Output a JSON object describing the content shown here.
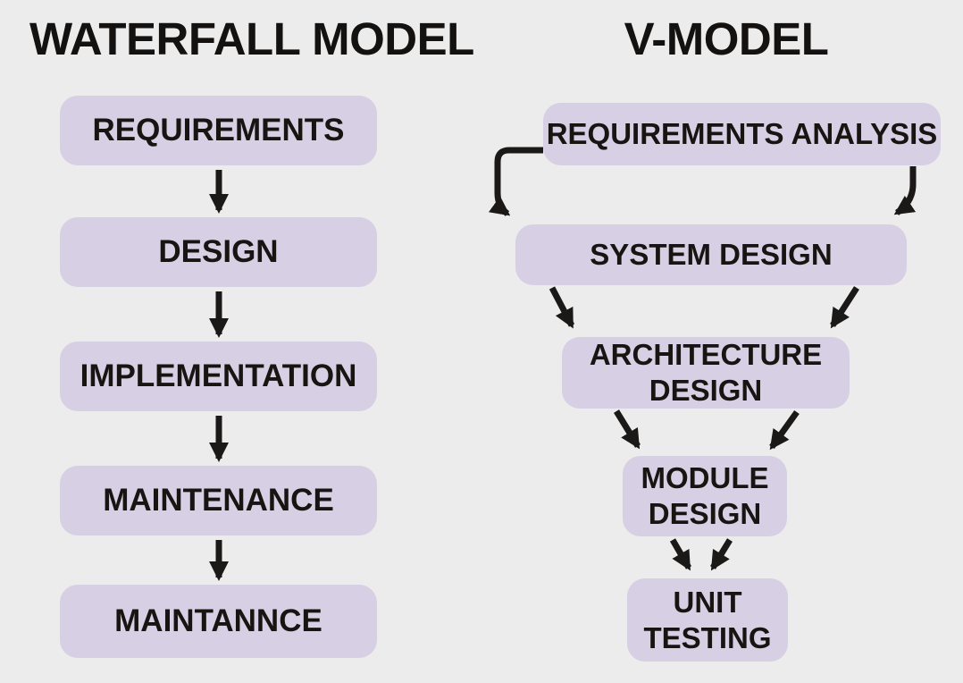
{
  "colors": {
    "background": "#edecec",
    "box_fill": "#d7cfe3",
    "arrow": "#1b1917",
    "text": "#171412"
  },
  "waterfall": {
    "title": "WATERFALL MODEL",
    "steps": [
      {
        "label": "REQUIREMENTS"
      },
      {
        "label": "DESIGN"
      },
      {
        "label": "IMPLEMENTATION"
      },
      {
        "label": "MAINTENANCE"
      },
      {
        "label": "MAINTANNCE"
      }
    ],
    "edges": [
      {
        "from": 0,
        "to": 1,
        "arrows": 1
      },
      {
        "from": 1,
        "to": 2,
        "arrows": 1
      },
      {
        "from": 2,
        "to": 3,
        "arrows": 1
      },
      {
        "from": 3,
        "to": 4,
        "arrows": 1
      }
    ]
  },
  "vmodel": {
    "title": "V-MODEL",
    "steps": [
      {
        "label": "REQUIREMENTS ANALYSIS"
      },
      {
        "label": "SYSTEM DESIGN"
      },
      {
        "label": "ARCHITECTURE DESIGN"
      },
      {
        "label": "MODULE DESIGN"
      },
      {
        "label": "UNIT TESTING"
      }
    ],
    "edges": [
      {
        "from": 0,
        "to": 1,
        "arrows": 2
      },
      {
        "from": 1,
        "to": 2,
        "arrows": 2
      },
      {
        "from": 2,
        "to": 3,
        "arrows": 2
      },
      {
        "from": 3,
        "to": 4,
        "arrows": 2
      }
    ]
  }
}
